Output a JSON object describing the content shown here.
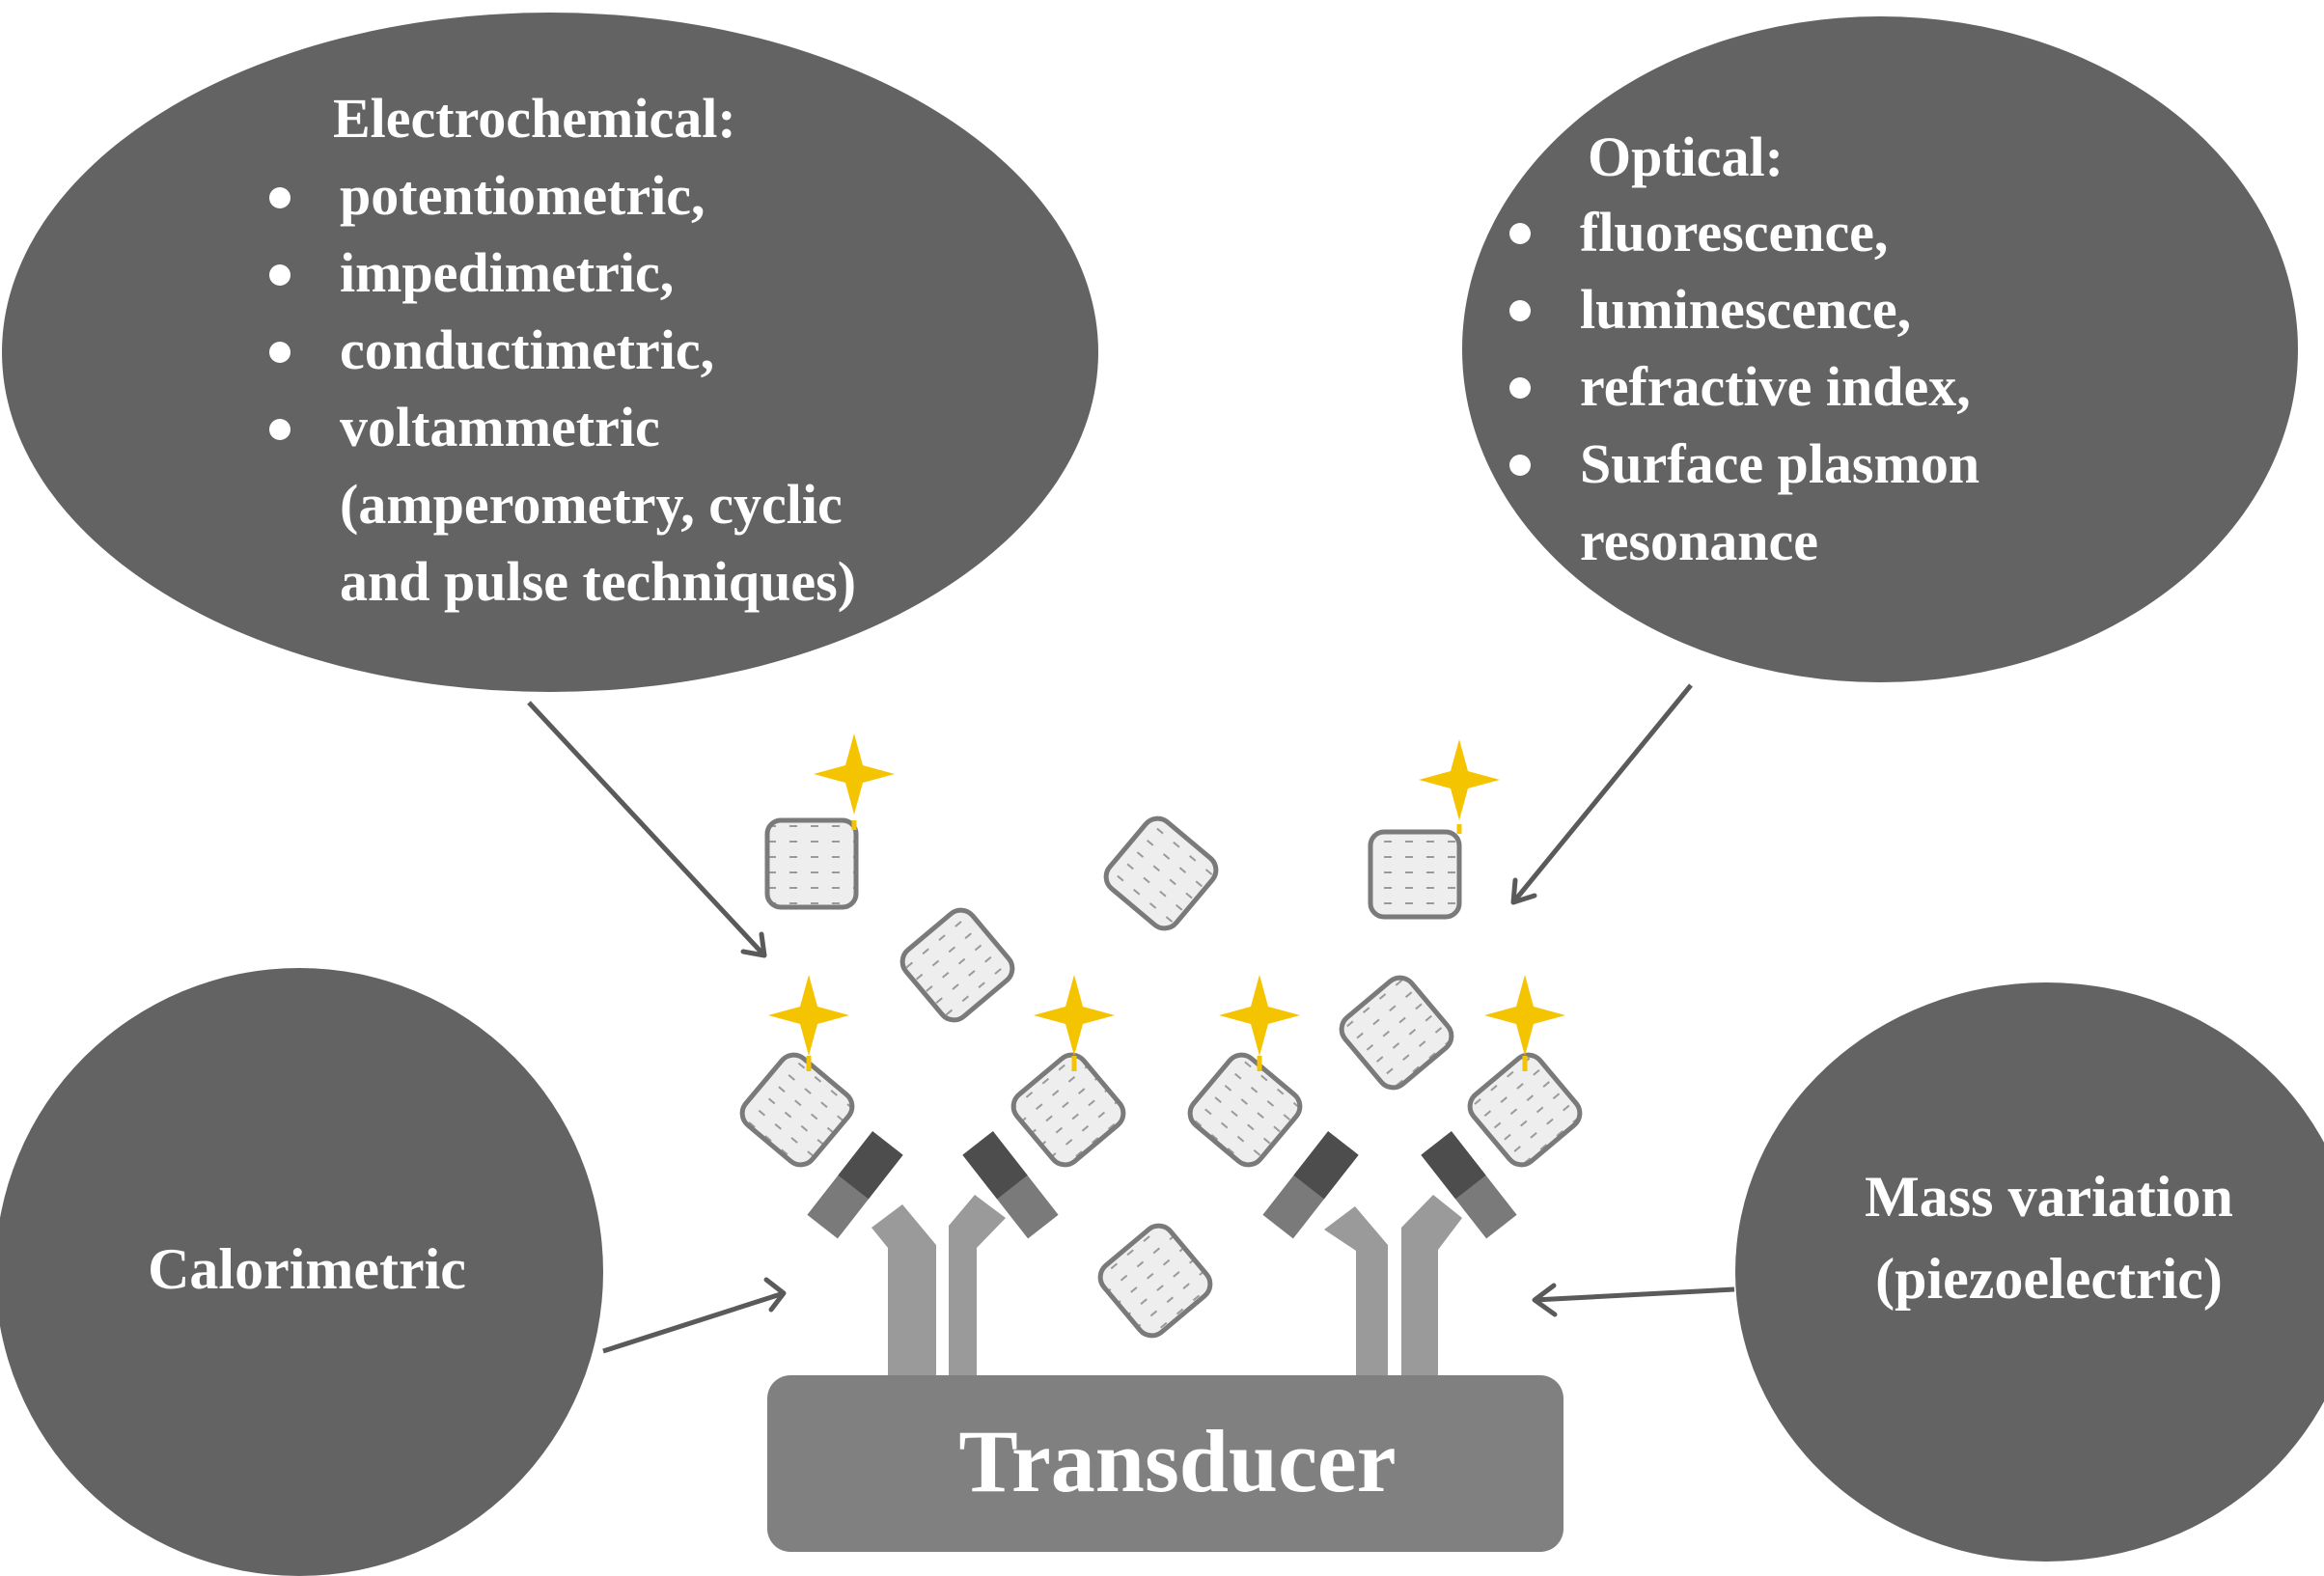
{
  "electrochemical": {
    "title": "Electrochemical:",
    "items": [
      "potentiometric,",
      "impedimetric,",
      "conductimetric,",
      "voltammetric"
    ],
    "continuation": [
      "(amperometry, cyclic",
      "and pulse techniques)"
    ]
  },
  "optical": {
    "title": "Optical:",
    "items": [
      "fluorescence,",
      "luminescence,",
      "refractive index,",
      "Surface plasmon"
    ],
    "continuation": [
      "resonance"
    ]
  },
  "calorimetric": {
    "label": "Calorimetric"
  },
  "mass": {
    "line1": "Mass variation",
    "line2": "(piezoelectric)"
  },
  "transducer": {
    "label": "Transducer"
  },
  "colors": {
    "ellipse": "#636363",
    "transducer": "#808080",
    "antibody_stem": "#9a9a9a",
    "antibody_dark": "#4d4d4d",
    "antibody_mid": "#6e6e6e",
    "star": "#f5c400",
    "antigen_fill": "#eeeeee",
    "antigen_border": "#7a7a7a",
    "arrow": "#5a5a5a"
  },
  "icons": {
    "star": "four-point-star-icon",
    "antigen": "antigen-square-icon",
    "antibody": "y-antibody-icon"
  }
}
